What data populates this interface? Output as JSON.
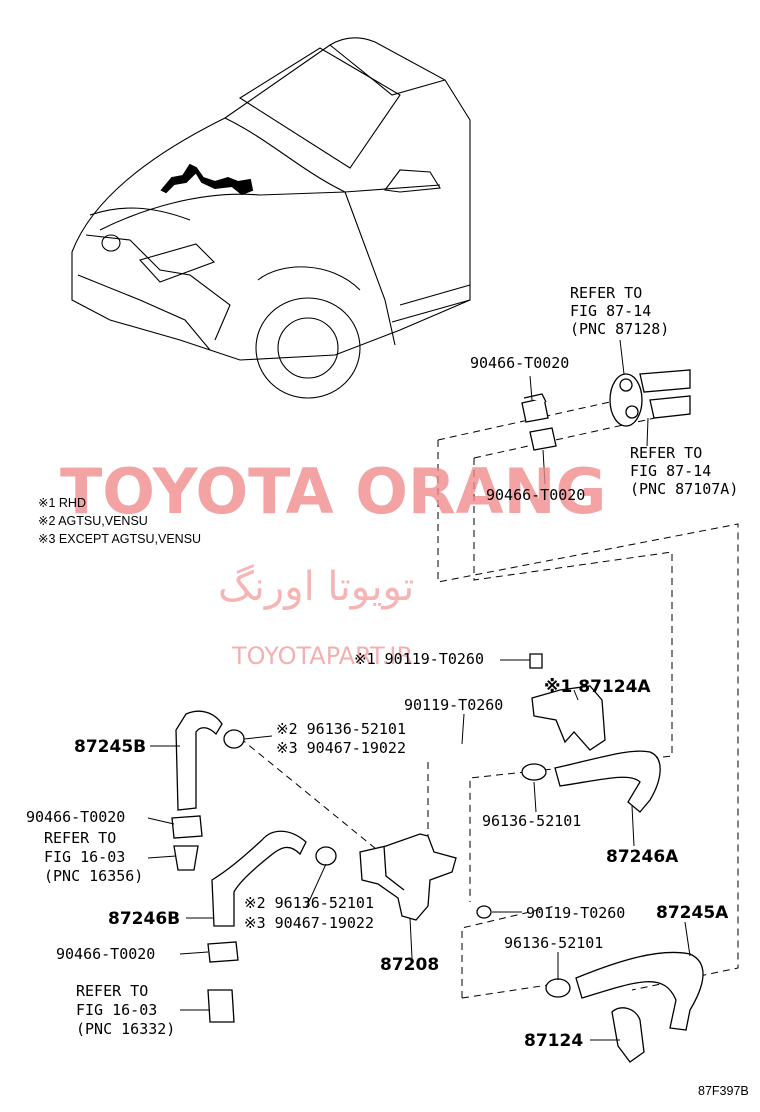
{
  "notes": [
    "※1 RHD",
    "※2 AGTSU,VENSU",
    "※3 EXCEPT AGTSU,VENSU"
  ],
  "watermark": {
    "main": "TOYOTA ORANG",
    "persian": "تویوتا اورنگ",
    "site": "TOYOTAPART.IR"
  },
  "labels": {
    "ref_top_1": "REFER TO",
    "ref_top_2": "FIG 87-14",
    "ref_top_3": "(PNC 87128)",
    "ref_right_1": "REFER TO",
    "ref_right_2": "FIG 87-14",
    "ref_right_3": "(PNC 87107A)",
    "clamp_top": "90466-T0020",
    "clamp_mid": "90466-T0020",
    "bolt_rhd": "※1 90119-T0260",
    "bracket_rhd": "※1 87124A",
    "bolt_mid": "90119-T0260",
    "clip_2a": "※2 96136-52101",
    "clip_3a": "※3 90467-19022",
    "hose_245b": "87245B",
    "clip_right": "96136-52101",
    "hose_246a": "87246A",
    "clamp_left_1": "90466-T0020",
    "ref_left1_1": "REFER TO",
    "ref_left1_2": "FIG 16-03",
    "ref_left1_3": "(PNC 16356)",
    "clip_2b": "※2 96136-52101",
    "clip_3b": "※3 90467-19022",
    "hose_246b": "87246B",
    "bolt_low": "90119-T0260",
    "hose_245a": "87245A",
    "valve": "87208",
    "clip_low": "96136-52101",
    "clamp_left_2": "90466-T0020",
    "ref_left2_1": "REFER TO",
    "ref_left2_2": "FIG 16-03",
    "ref_left2_3": "(PNC 16332)",
    "bracket": "87124",
    "fig_code": "87F397B"
  }
}
